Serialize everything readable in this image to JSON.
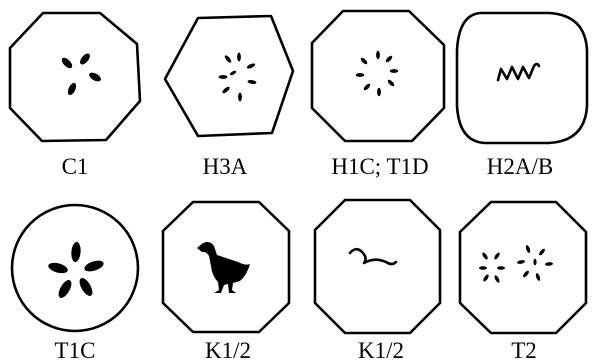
{
  "panels": [
    {
      "label": "C1",
      "pattern": "four-wedge-cluster",
      "outline": "octagon"
    },
    {
      "label": "H3A",
      "pattern": "radial-dash-ring",
      "outline": "hexagon"
    },
    {
      "label": "H1C; T1D",
      "pattern": "dashed-ring",
      "outline": "octagon"
    },
    {
      "label": "H2A/B",
      "pattern": "zigzag-squiggle",
      "outline": "rounded-square"
    },
    {
      "label": "T1C",
      "pattern": "five-petal-star",
      "outline": "circle"
    },
    {
      "label": "K1/2",
      "pattern": "bird-silhouette",
      "outline": "octagon"
    },
    {
      "label": "K1/2",
      "pattern": "wavy-stroke",
      "outline": "octagon"
    },
    {
      "label": "T2",
      "pattern": "paired-dash-stars",
      "outline": "octagon"
    }
  ],
  "colors": {
    "ink": "#000000",
    "background": "#ffffff"
  }
}
